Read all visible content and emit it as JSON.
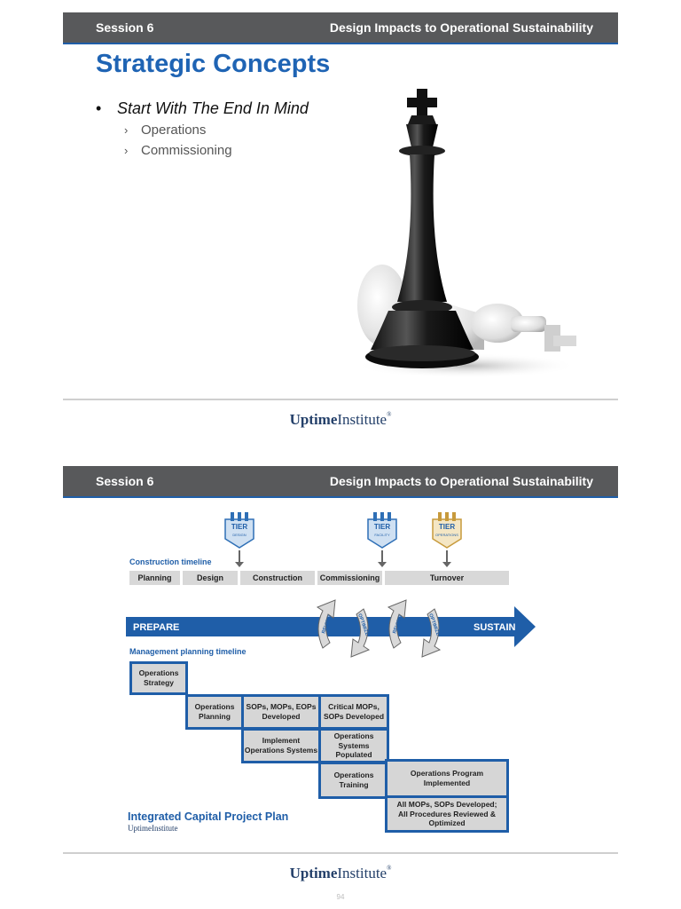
{
  "slide1": {
    "session": "Session 6",
    "topic": "Design Impacts to Operational Sustainability",
    "title": "Strategic Concepts",
    "bullet": "Start With The End In Mind",
    "subbullets": [
      "Operations",
      "Commissioning"
    ],
    "image": "chess-king-icon"
  },
  "slide2": {
    "session": "Session 6",
    "topic": "Design Impacts to Operational Sustainability",
    "badges": [
      {
        "word": "TIER",
        "sub": "DESIGN"
      },
      {
        "word": "TIER",
        "sub": "FACILITY"
      },
      {
        "word": "TIER",
        "sub": "OPERATIONS"
      }
    ],
    "construction_label": "Construction timeline",
    "construction_phases": [
      "Planning",
      "Design",
      "Construction",
      "Commissioning",
      "Turnover"
    ],
    "prepare": "PREPARE",
    "sustain": "SUSTAIN",
    "cycle_words": [
      "REVIEW",
      "OPTIMIZE"
    ],
    "management_label": "Management planning timeline",
    "boxes": [
      "Operations Strategy",
      "Operations Planning",
      "SOPs, MOPs, EOPs Developed",
      "Critical MOPs, SOPs Developed",
      "Implement Operations Systems",
      "Operations Systems Populated",
      "Operations Training",
      "Operations Program Implemented",
      "All MOPs, SOPs Developed; All Procedures Reviewed & Optimized"
    ],
    "plan_title": "Integrated Capital Project Plan",
    "plan_logo": "UptimeInstitute"
  },
  "footer": {
    "logo_bold": "Uptime",
    "logo_rest": "Institute",
    "page_number": "94"
  },
  "colors": {
    "header_gray": "#58595b",
    "brand_blue": "#1f64b4",
    "timeline_blue": "#1f5ea8",
    "box_gray": "#d6d6d6"
  }
}
